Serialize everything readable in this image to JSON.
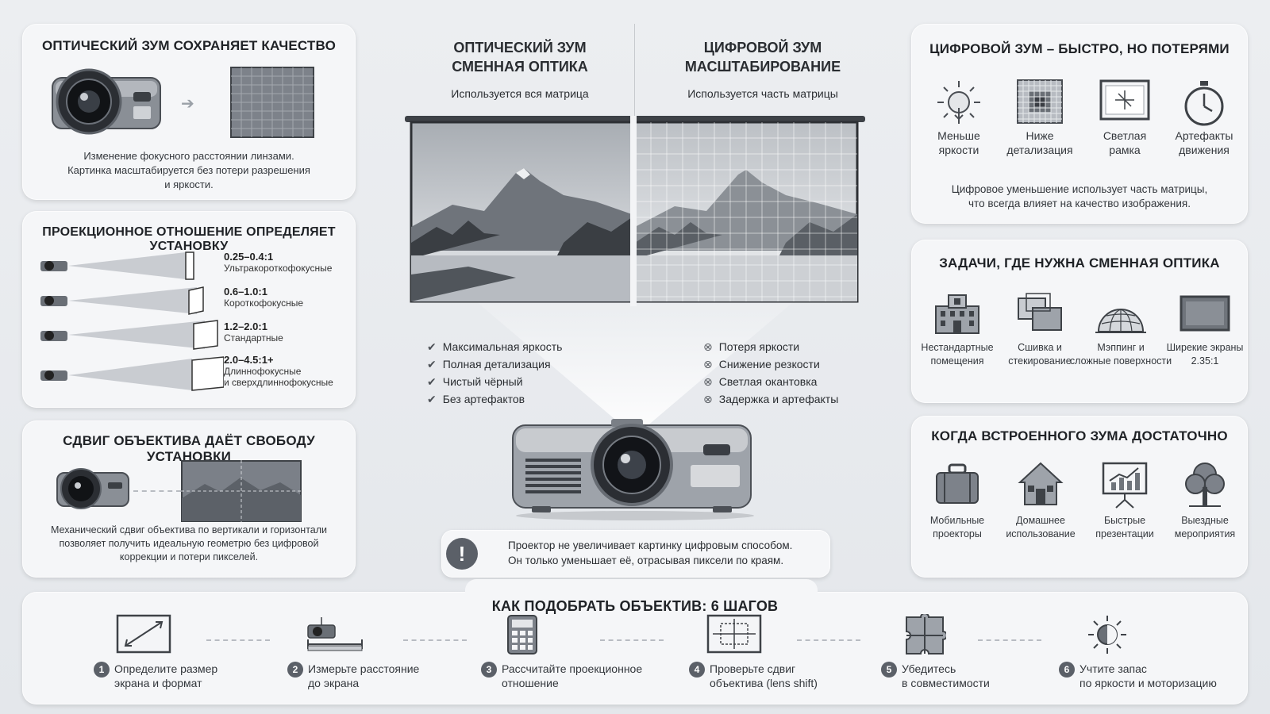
{
  "optical_card": {
    "title": "ОПТИЧЕСКИЙ ЗУМ СОХРАНЯЕТ КАЧЕСТВО",
    "text1": "Изменение фокусного расстоянии линзами.",
    "text2": "Картинка масштабируется без потери разрешения",
    "text3": "и яркости."
  },
  "ratio_card": {
    "title": "ПРОЕКЦИОННОЕ ОТНОШЕНИЕ ОПРЕДЕЛЯЕТ УСТАНОВКУ",
    "rows": [
      {
        "ratio": "0.25–0.4:1",
        "label": "Ультракороткофокусные",
        "label2": ""
      },
      {
        "ratio": "0.6–1.0:1",
        "label": "Короткофокусные",
        "label2": ""
      },
      {
        "ratio": "1.2–2.0:1",
        "label": "Стандартные",
        "label2": ""
      },
      {
        "ratio": "2.0–4.5:1+",
        "label": "Длиннофокусные",
        "label2": "и сверхдлиннофокусные"
      }
    ]
  },
  "shift_card": {
    "title": "СДВИГ ОБЪЕКТИВА ДАЁТ СВОБОДУ УСТАНОВКИ",
    "text1": "Механический сдвиг объектива по вертикали и горизонтали",
    "text2": "позволяет получить идеальную геометрю без цифровой",
    "text3": "коррекции и потери пикселей."
  },
  "center": {
    "left_title1": "ОПТИЧЕСКИЙ ЗУМ",
    "left_title2": "СМЕННАЯ ОПТИКА",
    "left_sub": "Используется вся матрица",
    "right_title1": "ЦИФРОВОЙ ЗУМ",
    "right_title2": "МАСШТАБИРОВАНИЕ",
    "right_sub": "Используется часть матрицы",
    "pros": [
      "Максимальная яркость",
      "Полная детализация",
      "Чистый чёрный",
      "Без артефактов"
    ],
    "cons": [
      "Потеря яркости",
      "Снижение резкости",
      "Светлая окантовка",
      "Задержка и артефакты"
    ],
    "warning1": "Проектор не увеличивает картинку цифровым способом.",
    "warning2": "Он только уменьшает её, отрасывая пиксели по краям."
  },
  "digital_card": {
    "title": "ЦИФРОВОЙ ЗУМ – БЫСТРО, НО ПОТЕРЯМИ",
    "items": [
      {
        "l1": "Меньше",
        "l2": "яркости",
        "icon": "sun-icon"
      },
      {
        "l1": "Ниже",
        "l2": "детализация",
        "icon": "pixel-grid-icon"
      },
      {
        "l1": "Светлая",
        "l2": "рамка",
        "icon": "frame-icon"
      },
      {
        "l1": "Артефакты",
        "l2": "движения",
        "icon": "stopwatch-icon"
      }
    ],
    "text1": "Цифровое уменьшение использует часть матрицы,",
    "text2": "что всегда влияет на качество изображения."
  },
  "tasks_card": {
    "title": "ЗАДАЧИ, ГДЕ НУЖНА СМЕННАЯ ОПТИКА",
    "items": [
      {
        "l1": "Нестандартные",
        "l2": "помещения",
        "icon": "building-icon"
      },
      {
        "l1": "Сшивка и",
        "l2": "стекирование",
        "icon": "stacked-screens-icon"
      },
      {
        "l1": "Мэппинг и",
        "l2": "сложные поверхности",
        "icon": "globe-grid-icon"
      },
      {
        "l1": "Ширекие экраны",
        "l2": "2.35:1",
        "icon": "wide-screen-icon"
      }
    ]
  },
  "builtin_card": {
    "title": "КОГДА ВСТРОЕННОГО ЗУМА ДОСТАТОЧНО",
    "items": [
      {
        "l1": "Мобильные",
        "l2": "проекторы",
        "icon": "suitcase-icon"
      },
      {
        "l1": "Домашнее",
        "l2": "использование",
        "icon": "house-icon"
      },
      {
        "l1": "Быстрые",
        "l2": "презентации",
        "icon": "presentation-icon"
      },
      {
        "l1": "Выездные",
        "l2": "мероприятия",
        "icon": "tree-icon"
      }
    ]
  },
  "steps": {
    "title": "КАК ПОДОБРАТЬ ОБЪЕКТИВ: 6 ШАГОВ",
    "items": [
      {
        "n": "1",
        "l1": "Определите размер",
        "l2": "экрана и формат"
      },
      {
        "n": "2",
        "l1": "Измерьте расстояние",
        "l2": "до экрана"
      },
      {
        "n": "3",
        "l1": "Рассчитайте проекционное",
        "l2": "отношение"
      },
      {
        "n": "4",
        "l1": "Проверьте сдвиг",
        "l2": "объектива (lens shift)"
      },
      {
        "n": "5",
        "l1": "Убедитесь",
        "l2": "в совместимости"
      },
      {
        "n": "6",
        "l1": "Учтите запас",
        "l2": "по яркости и моторизацию"
      }
    ]
  }
}
